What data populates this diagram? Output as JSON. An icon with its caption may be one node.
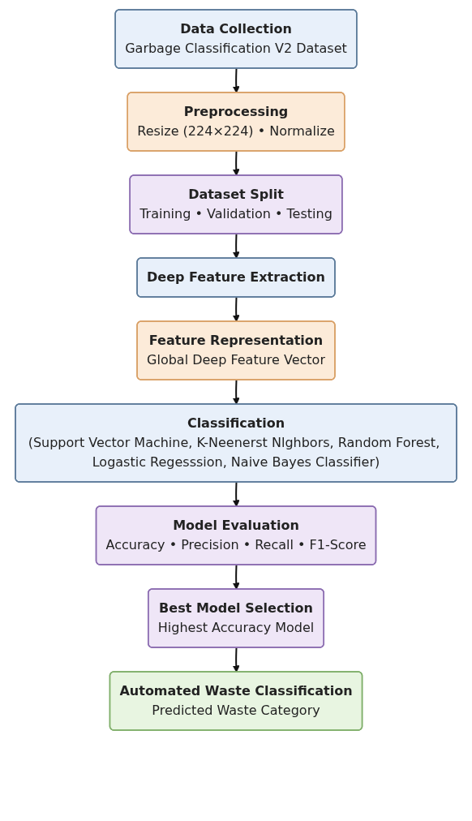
{
  "diagram": {
    "nodes": [
      {
        "text": [
          "Data Collection",
          "Garbage Classification V2 Dataset"
        ]
      },
      {
        "text": [
          "Preprocessing",
          "Resize (224×224) • Normalize"
        ]
      },
      {
        "text": [
          "Dataset Split",
          "Training • Validation • Testing"
        ]
      },
      {
        "text": [
          "Deep Feature Extraction"
        ]
      },
      {
        "text": [
          "Feature Representation",
          "Global Deep Feature Vector"
        ]
      },
      {
        "text": [
          "Classification",
          "(Support Vector Machine, K-Neenerst Nlghbors, Random Forest, Logastic Regesssion, Naive Bayes Classifier)"
        ]
      },
      {
        "text": [
          "Model Evaluation",
          "Accuracy • Precision • Recall • F1-Score"
        ]
      },
      {
        "text": [
          "Best Model Selection",
          "Highest Accuracy Model"
        ]
      },
      {
        "text": [
          "Automated Waste Classification",
          "Predicted Waste Category"
        ]
      }
    ],
    "edges": [
      {
        "from": 0,
        "to": 1,
        "arrow": "to"
      },
      {
        "from": 1,
        "to": 2,
        "arrow": "to"
      },
      {
        "from": 2,
        "to": 3,
        "arrow": "to"
      },
      {
        "from": 3,
        "to": 4,
        "arrow": "to"
      },
      {
        "from": 4,
        "to": 5,
        "arrow": "to"
      },
      {
        "from": 5,
        "to": 6,
        "arrow": "to"
      },
      {
        "from": 6,
        "to": 7,
        "arrow": "to"
      },
      {
        "from": 7,
        "to": 8,
        "arrow": "to"
      }
    ]
  }
}
